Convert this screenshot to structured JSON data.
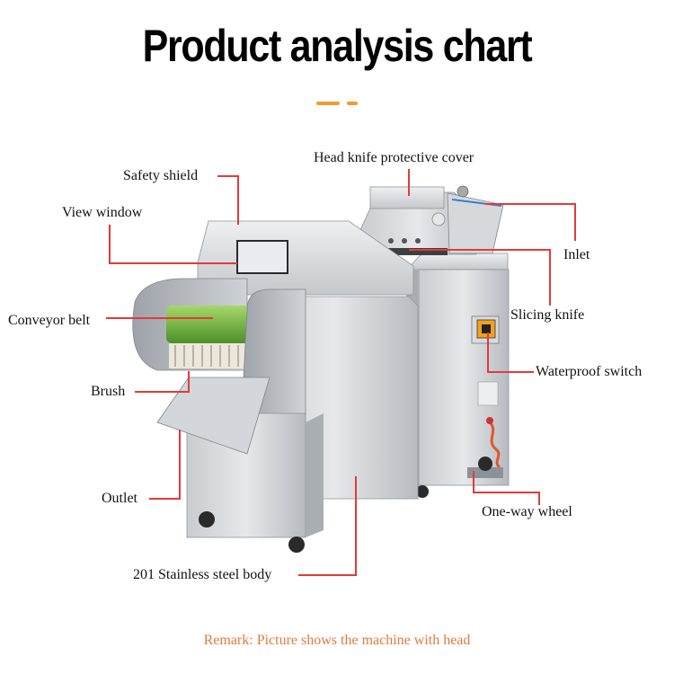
{
  "title": "Product analysis chart",
  "accent_color": "#f39a2e",
  "callout_color": "#e23b3b",
  "remark_color": "#e07a3c",
  "labels": {
    "safety_shield": "Safety shield",
    "view_window": "View window",
    "conveyor_belt": "Conveyor belt",
    "brush": "Brush",
    "outlet": "Outlet",
    "head_cover": "Head knife protective cover",
    "inlet": "Inlet",
    "slicing_knife": "Slicing knife",
    "waterproof_switch": "Waterproof switch",
    "one_way_wheel": "One-way wheel",
    "body": "201 Stainless steel body"
  },
  "remark": "Remark: Picture shows the machine with head"
}
